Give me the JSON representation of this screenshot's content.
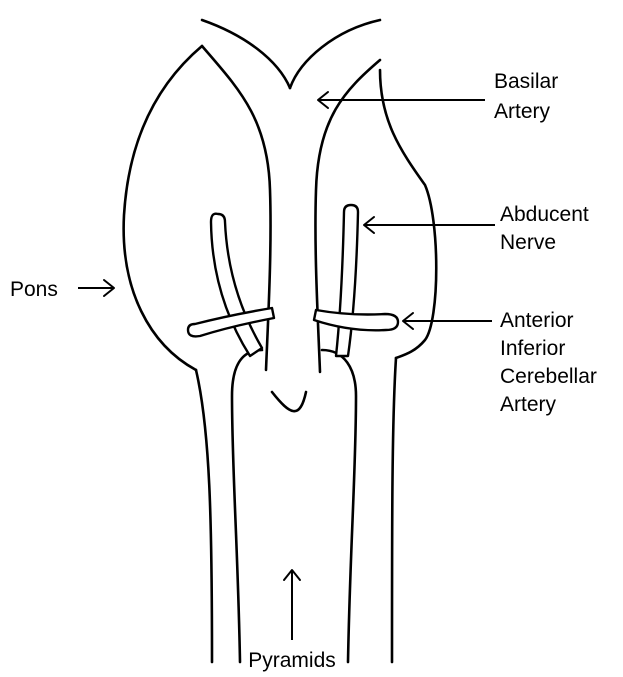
{
  "labels": {
    "basilar_artery": [
      "Basilar",
      "Artery"
    ],
    "abducent_nerve": [
      "Abducent",
      "Nerve"
    ],
    "anterior_inferior_cerebellar_artery": [
      "Anterior",
      "Inferior",
      "Cerebellar",
      "Artery"
    ],
    "pons": "Pons",
    "pyramids": "Pyramids"
  },
  "colors": {
    "stroke": "#000000",
    "background": "#ffffff"
  }
}
